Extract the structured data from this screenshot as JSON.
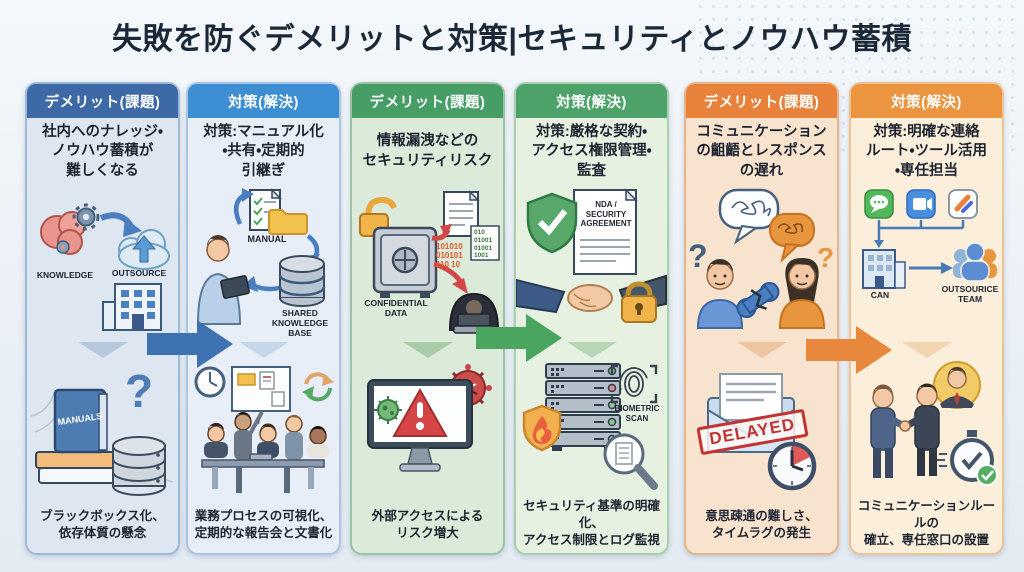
{
  "page": {
    "title": "失敗を防ぐデメリットと対策|セキュリティとノウハウ蓄積"
  },
  "colors": {
    "title_text": "#1b2838",
    "page_bg": "#eef3f8",
    "pair1_header_demerit": "#3d6aa6",
    "pair1_header_solution": "#3d8ed2",
    "pair2_header": "#469e66",
    "pair3_header_demerit": "#e8823a",
    "pair3_header_solution": "#ec9540",
    "arrow_blue": "#3e72b0",
    "arrow_green": "#4aa560",
    "arrow_orange": "#e8883c",
    "warning_red": "#d64545",
    "stamp_red": "#c23333"
  },
  "columns": [
    {
      "header": "デメリット(課題)",
      "top_text": "社内へのナレッジ・\nノウハウ蓄積が\n難しくなる",
      "bottom_text": "ブラックボックス化、\n依存体質の懸念",
      "labels": {
        "knowledge": "KNOWLEDGE",
        "outsource": "OUTSOURCE",
        "manuals": "MANUALS",
        "question_mark": "?"
      }
    },
    {
      "header": "対策(解決)",
      "top_text": "対策:マニュアル化\n・共有・定期的\n引継ぎ",
      "bottom_text": "業務プロセスの可視化、\n定期的な報告会と文書化",
      "labels": {
        "manual": "MANUAL",
        "shared_kb": "SHARED\nKNOWLEDGE\nBASE"
      }
    },
    {
      "header": "デメリット(課題)",
      "top_text": "情報漏洩などの\nセキュリティリスク",
      "bottom_text": "外部アクセスによる\nリスク増大",
      "labels": {
        "confidential": "CONFIDENTIAL\nDATA",
        "binary_1": "101010\n010101\n110 10",
        "binary_2": "010\n01001\n01001\n1001"
      }
    },
    {
      "header": "対策(解決)",
      "top_text": "対策:厳格な契約・\nアクセス権限管理・\n監査",
      "bottom_text": "セキュリティ基準の明確化、\nアクセス制限とログ監視",
      "labels": {
        "nda": "NDA /\nSECURITY\nAGREEMENT",
        "biometric": "BIOMETRIC\nSCAN"
      }
    },
    {
      "header": "デメリット(課題)",
      "top_text": "コミュニケーション\nの齟齬とレスポンス\nの遅れ",
      "bottom_text": "意思疎通の難しさ、\nタイムラグの発生",
      "labels": {
        "question_left": "?",
        "question_right": "?",
        "delayed": "DELAYED"
      }
    },
    {
      "header": "対策(解決)",
      "top_text": "対策:明確な連絡\nルート・ツール活用\n・専任担当",
      "bottom_text": "コミュニケーションルールの\n確立、専任窓口の設置",
      "labels": {
        "can": "CAN",
        "outsource_team": "OUTSOURICE\nTEAM"
      }
    }
  ]
}
